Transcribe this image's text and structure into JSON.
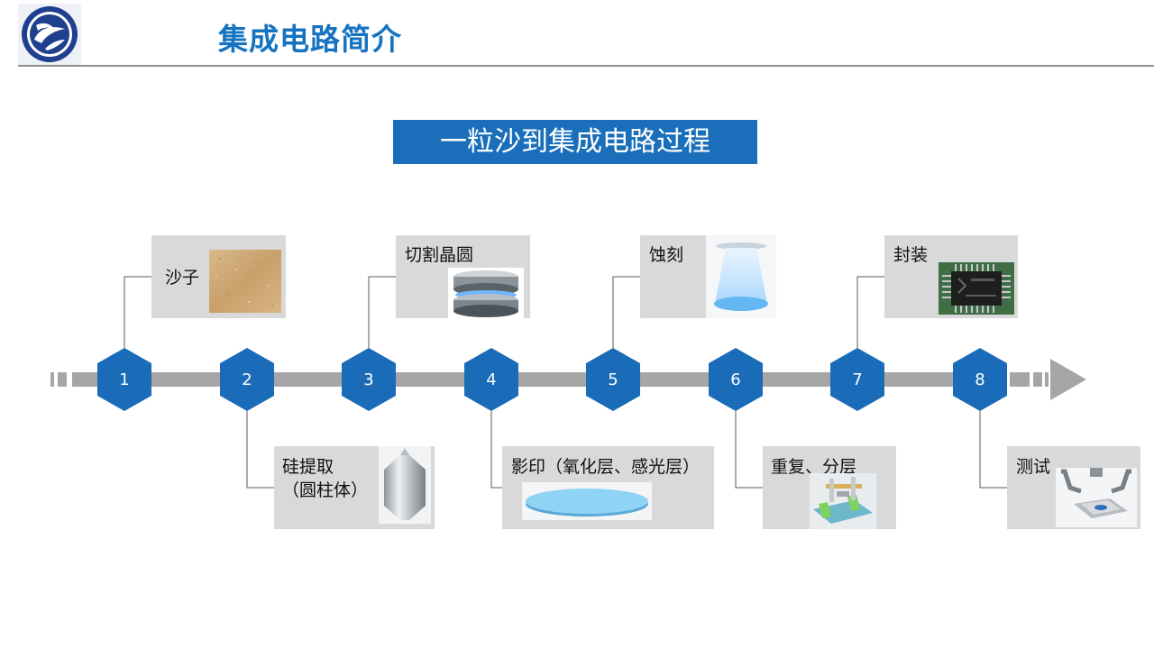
{
  "header": {
    "title": "集成电路简介"
  },
  "banner": {
    "text": "一粒沙到集成电路过程"
  },
  "colors": {
    "accent": "#1b6fba",
    "hexagon": "#1a6bb8",
    "arrow": "#a6a6a6",
    "card": "#d9d9d9",
    "connector": "#595959"
  },
  "steps": [
    {
      "number": "1",
      "label": "沙子",
      "image": "sand-image",
      "position": "top"
    },
    {
      "number": "2",
      "label_line1": "硅提取",
      "label_line2": "（圆柱体）",
      "image": "silicon-ingot-image",
      "position": "bottom"
    },
    {
      "number": "3",
      "label": "切割晶圆",
      "image": "wafer-slicing-image",
      "position": "top"
    },
    {
      "number": "4",
      "label": "影印（氧化层、感光层）",
      "image": "wafer-disc-image",
      "position": "bottom"
    },
    {
      "number": "5",
      "label": "蚀刻",
      "image": "etching-light-image",
      "position": "top"
    },
    {
      "number": "6",
      "label": "重复、分层",
      "image": "layered-structure-image",
      "position": "bottom"
    },
    {
      "number": "7",
      "label": "封装",
      "image": "chip-package-image",
      "position": "top"
    },
    {
      "number": "8",
      "label": "测试",
      "image": "chip-testing-image",
      "position": "bottom"
    }
  ]
}
